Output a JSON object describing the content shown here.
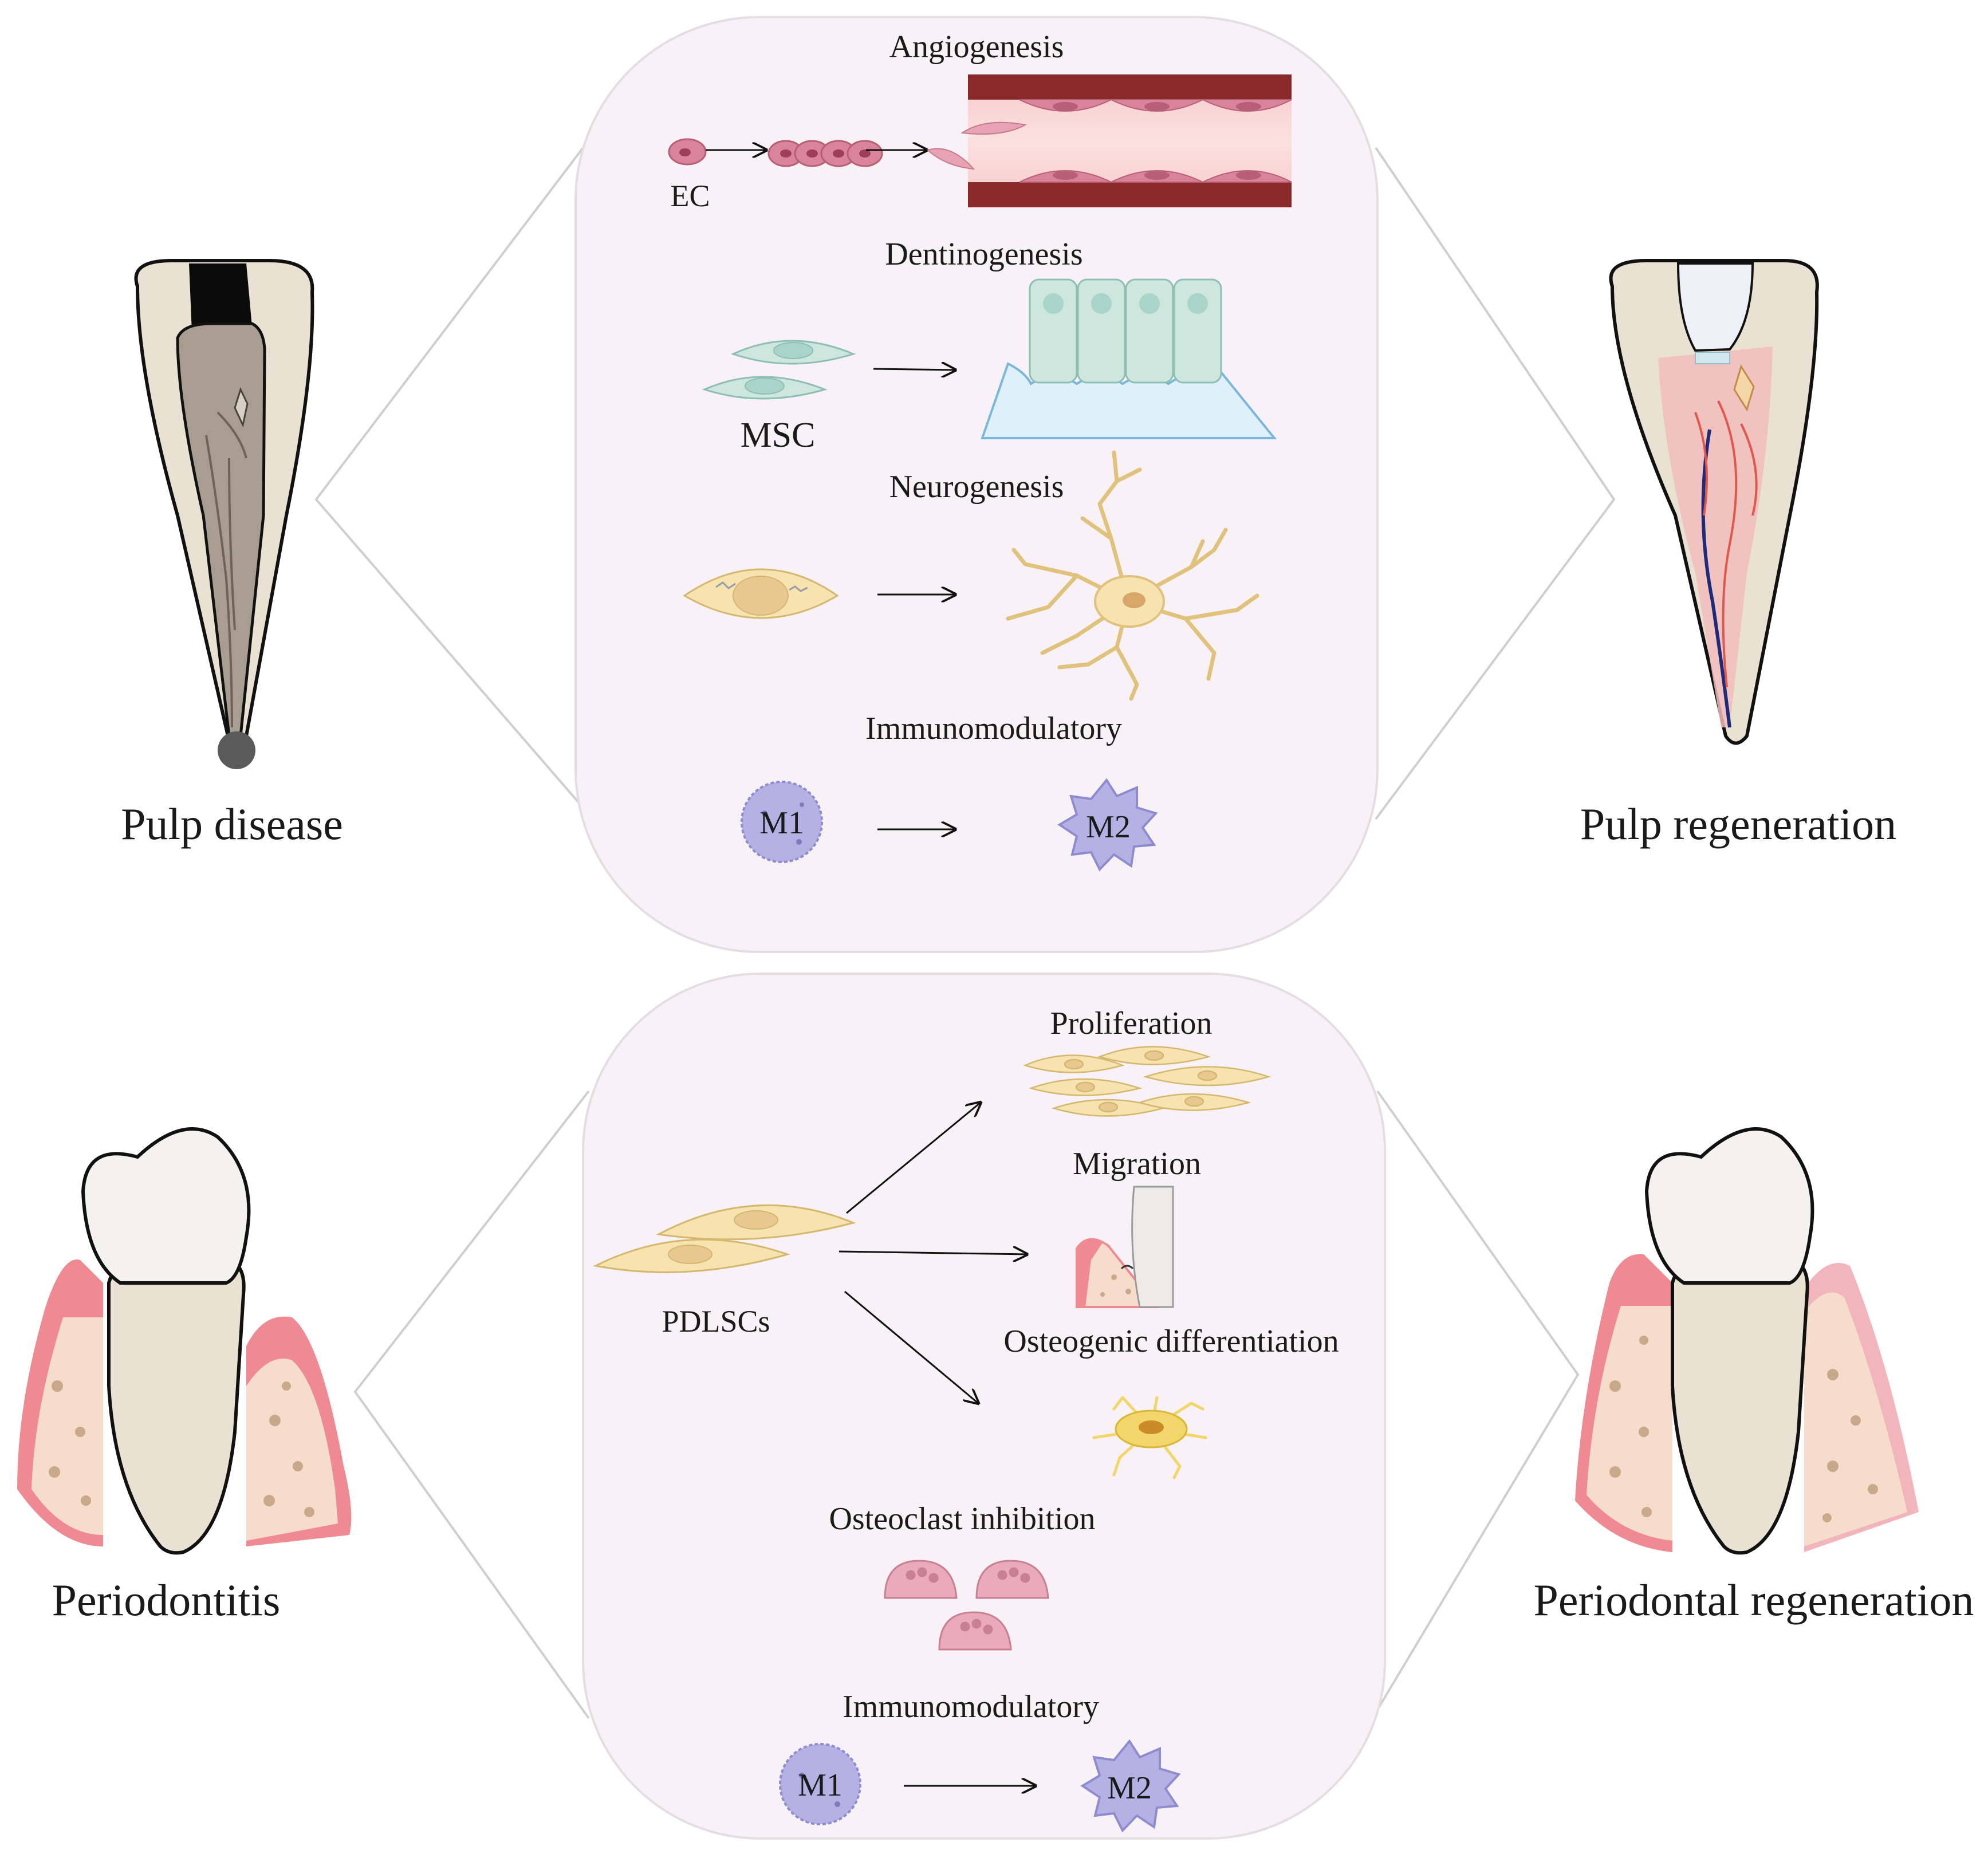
{
  "top_panel": {
    "left_label": "Pulp disease",
    "right_label": "Pulp regeneration",
    "sections": {
      "angiogenesis": {
        "title": "Angiogenesis",
        "cell_label": "EC"
      },
      "dentinogenesis": {
        "title": "Dentinogenesis",
        "cell_label": "MSC"
      },
      "neurogenesis": {
        "title": "Neurogenesis"
      },
      "immunomodulatory": {
        "title": "Immunomodulatory",
        "from": "M1",
        "to": "M2"
      }
    }
  },
  "bottom_panel": {
    "left_label": "Periodontitis",
    "right_label": "Periodontal regeneration",
    "source_label": "PDLSCs",
    "sections": {
      "proliferation": {
        "title": "Proliferation"
      },
      "migration": {
        "title": "Migration"
      },
      "osteogenic": {
        "title": "Osteogenic differentiation"
      },
      "osteoclast": {
        "title": "Osteoclast inhibition"
      },
      "immunomodulatory": {
        "title": "Immunomodulatory",
        "from": "M1",
        "to": "M2"
      }
    }
  },
  "colors": {
    "panel_fill": "#f8f1f5",
    "panel_stroke": "#e6dde2",
    "tooth_dentin": "#e9e2d3",
    "pulp_disease": "#a79d90",
    "pulp_healthy": "#f1bcbc",
    "gum": "#ef8a92",
    "bone": "#f6dccb",
    "ec_cell": "#d9849a",
    "vessel_wall": "#8b2a2a",
    "msc_cell": "#cde7df",
    "dentin_layer": "#dff0fa",
    "neuron": "#f6e3b0",
    "macrophage": "#b4b2e4",
    "osteoclast": "#ebaabb"
  }
}
